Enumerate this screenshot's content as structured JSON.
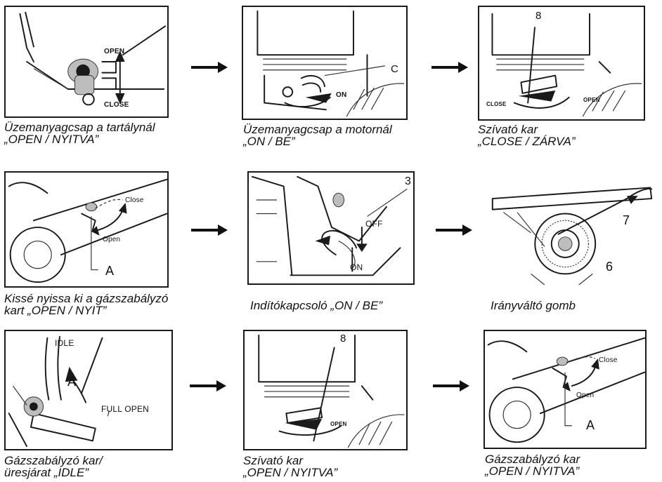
{
  "panels": [
    {
      "caption": [
        "Üzemanyagcsap a tartálynál",
        "„OPEN / NYITVA”"
      ],
      "labels": {
        "a": "OPEN",
        "b": "CLOSE"
      }
    },
    {
      "caption": [
        "Üzemanyagcsap a motornál",
        "„ON / BE”"
      ],
      "labels": {
        "a": "C",
        "b": "ON"
      }
    },
    {
      "caption": [
        "Szívató kar",
        "„CLOSE / ZÁRVA”"
      ],
      "labels": {
        "a": "8",
        "b": "CLOSE",
        "c": "OPEN"
      }
    },
    {
      "caption": [
        "Kissé nyissa ki a gázszabályzó",
        "kart „OPEN / NYIT”"
      ],
      "labels": {
        "a": "Close",
        "b": "Open",
        "c": "A"
      }
    },
    {
      "caption": [
        "Indítókapcsoló „ON / BE”"
      ],
      "labels": {
        "a": "3",
        "b": "OFF",
        "c": "ON"
      }
    },
    {
      "caption": [
        "Irányváltó gomb"
      ],
      "labels": {
        "a": "7",
        "b": "6"
      }
    },
    {
      "caption": [
        "Gázszabályzó kar/",
        "üresjárat „IDLE”"
      ],
      "labels": {
        "a": "IDLE",
        "b": "A",
        "c": "FULL OPEN"
      }
    },
    {
      "caption": [
        "Szívató kar",
        "„OPEN / NYITVA”"
      ],
      "labels": {
        "a": "8",
        "b": "OPEN"
      }
    },
    {
      "caption": [
        "Gázszabályzó kar",
        "„OPEN / NYITVA”"
      ],
      "labels": {
        "a": "Close",
        "b": "Open",
        "c": "A"
      }
    }
  ]
}
